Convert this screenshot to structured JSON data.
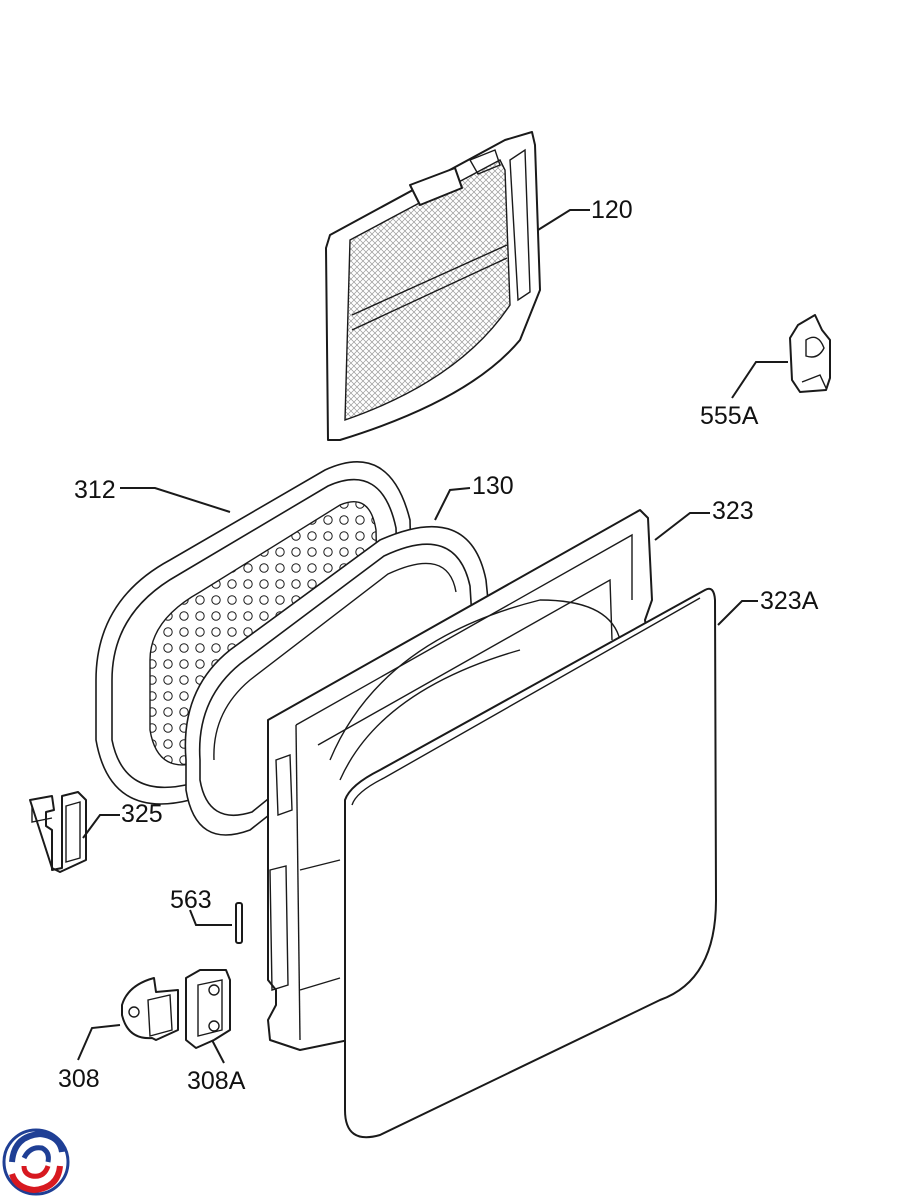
{
  "labels": {
    "p120": "120",
    "p555A": "555A",
    "p312": "312",
    "p130": "130",
    "p323": "323",
    "p323A": "323A",
    "p325": "325",
    "p563": "563",
    "p308": "308",
    "p308A": "308A"
  },
  "logo": {
    "name": "brand-logo",
    "colors": [
      "#1f3f95",
      "#d71920"
    ]
  }
}
